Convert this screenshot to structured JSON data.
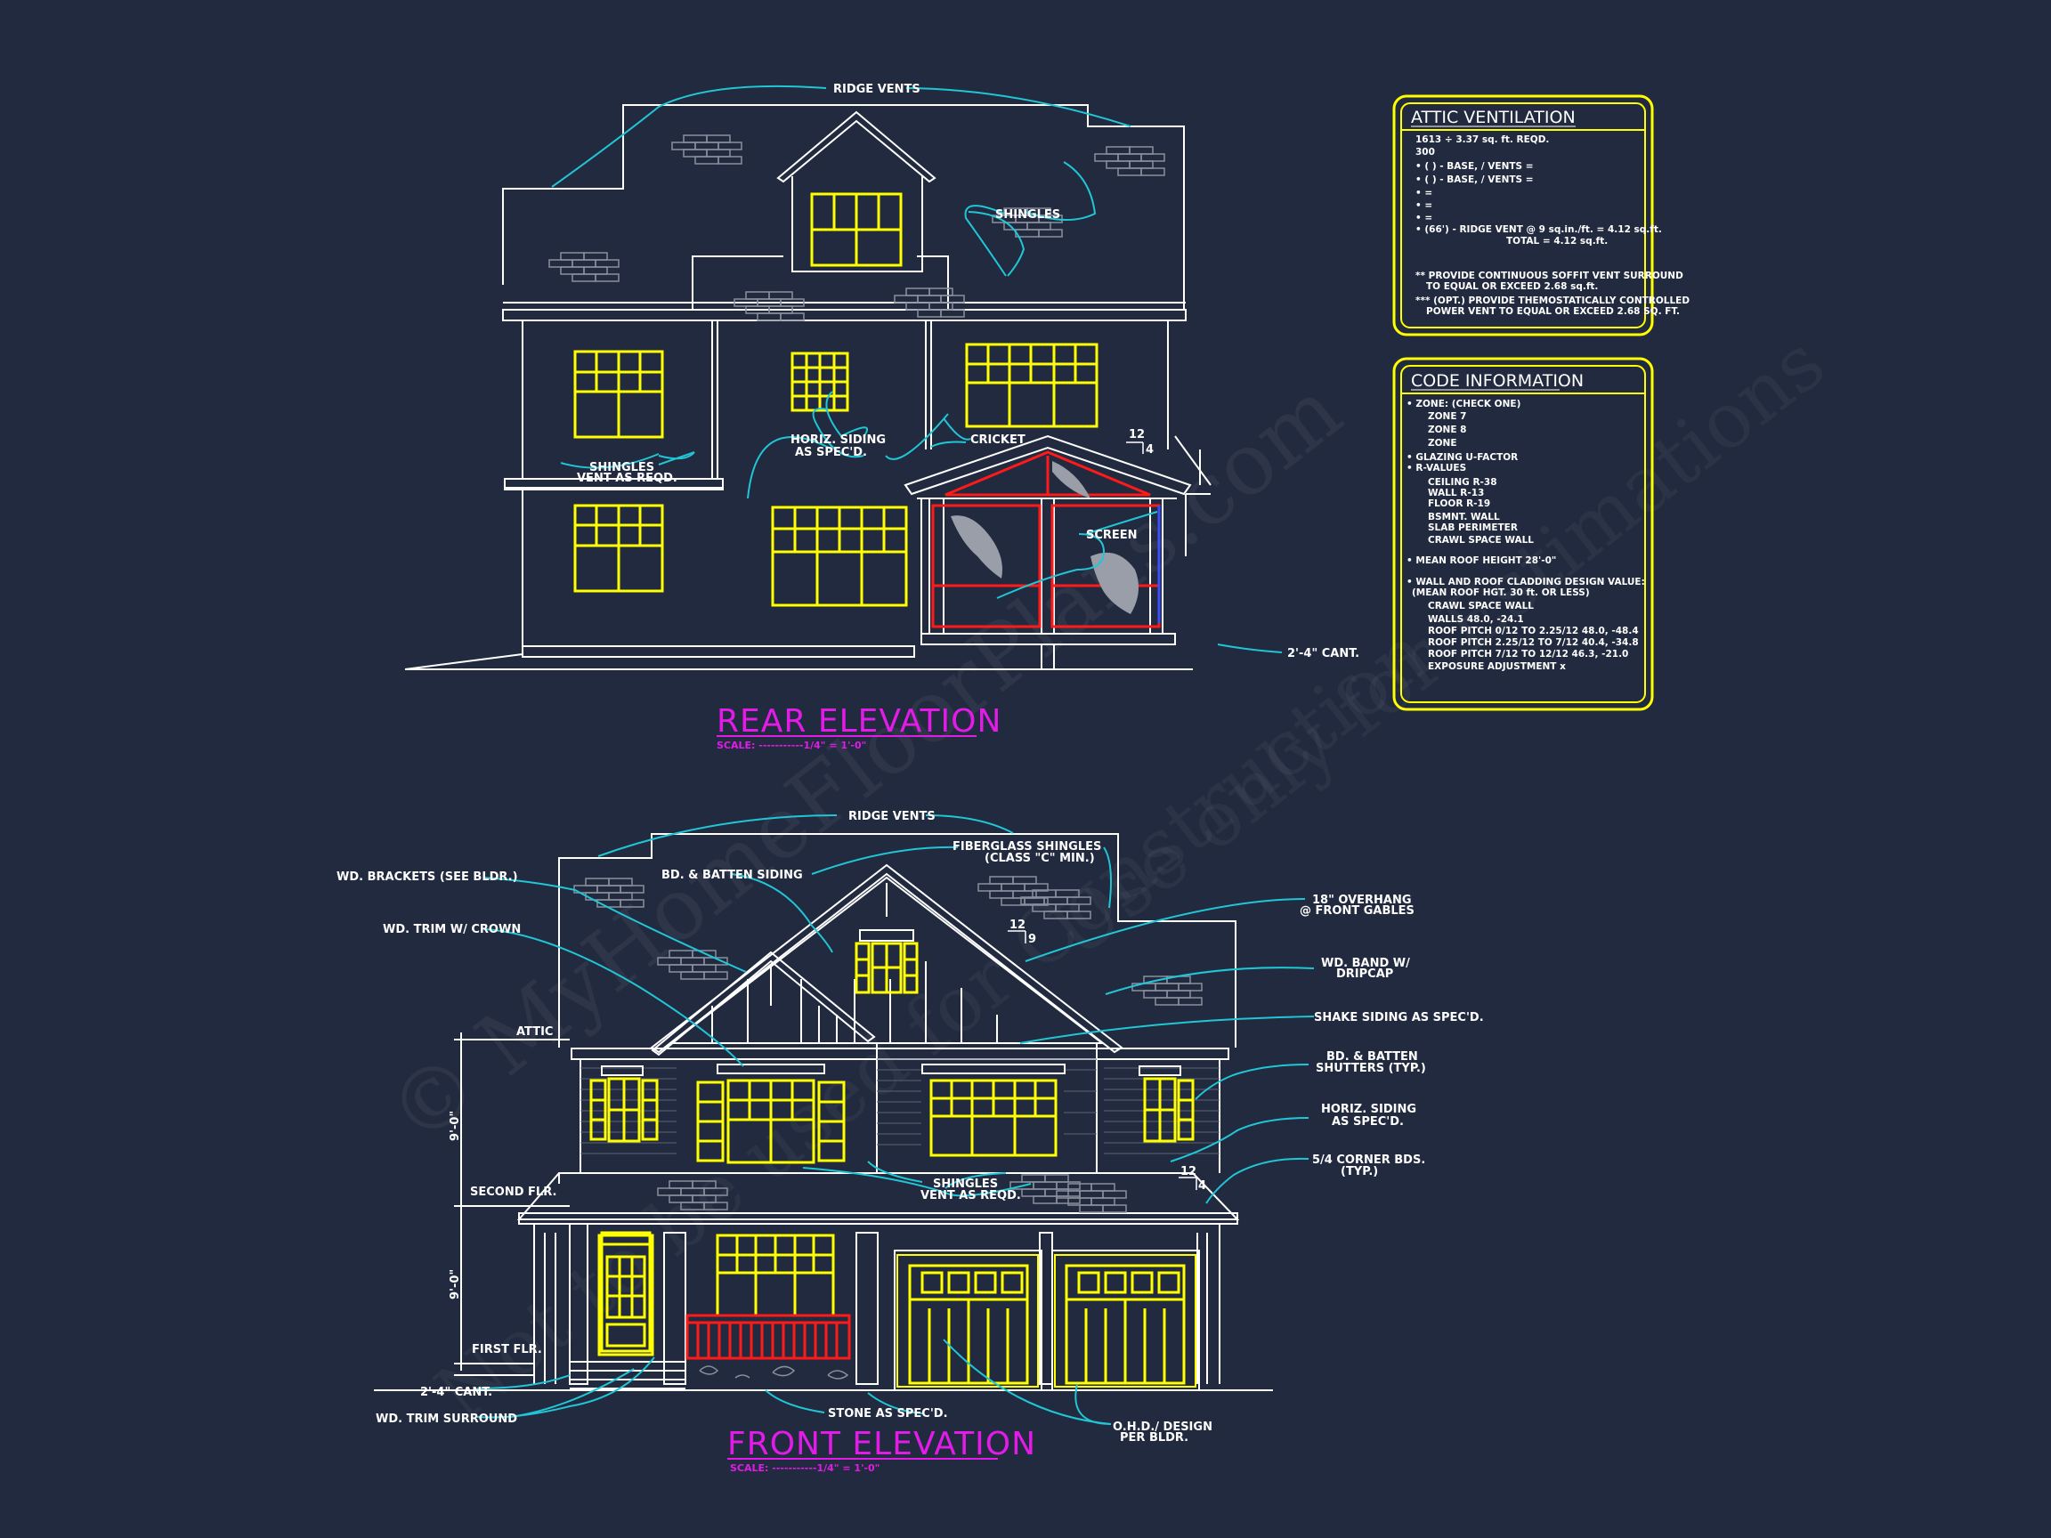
{
  "colors": {
    "background": "#222a3f",
    "linework": "#ffffff",
    "leader": "#21c6d6",
    "window": "#ffff00",
    "railing": "#ff1a1a",
    "title": "#e21be8",
    "box": "#ffff00"
  },
  "watermark": {
    "line1": "© MyHomeFloorPlans.com",
    "line2": "Not to be used for Construction",
    "line3": "Use only for Estimations"
  },
  "rear": {
    "title": "REAR ELEVATION",
    "scale": "SCALE: -----------1/4\" = 1'-0\"",
    "labels": {
      "ridge_vents": "RIDGE VENTS",
      "shingles": "SHINGLES",
      "horiz_siding_1": "HORIZ. SIDING",
      "horiz_siding_2": "AS SPEC'D.",
      "cricket": "CRICKET",
      "shingles_vent_1": "SHINGLES",
      "shingles_vent_2": "VENT AS REQD.",
      "screen": "SCREEN",
      "cant": "2'-4\" CANT.",
      "pitch_rise": "12",
      "pitch_run": "4"
    }
  },
  "front": {
    "title": "FRONT ELEVATION",
    "scale": "SCALE: -----------1/4\" = 1'-0\"",
    "labels": {
      "ridge_vents": "RIDGE VENTS",
      "fiberglass_1": "FIBERGLASS SHINGLES",
      "fiberglass_2": "(CLASS \"C\" MIN.)",
      "wd_brackets": "WD. BRACKETS (SEE BLDR.)",
      "bd_batten_siding": "BD. & BATTEN SIDING",
      "wd_trim_crown": "WD. TRIM W/ CROWN",
      "overhang_1": "18\" OVERHANG",
      "overhang_2": "@ FRONT GABLES",
      "wd_band_1": "WD. BAND W/",
      "wd_band_2": "DRIPCAP",
      "shake_siding": "SHAKE SIDING AS SPEC'D.",
      "shutters_1": "BD. & BATTEN",
      "shutters_2": "SHUTTERS (TYP.)",
      "horiz_siding_1": "HORIZ. SIDING",
      "horiz_siding_2": "AS SPEC'D.",
      "corner_1": "5/4 CORNER BDS.",
      "corner_2": "(TYP.)",
      "attic": "ATTIC",
      "second_flr": "SECOND FLR.",
      "first_flr": "FIRST FLR.",
      "cant": "2'-4\" CANT.",
      "wd_trim_surround": "WD. TRIM SURROUND",
      "shingles_vent_1": "SHINGLES",
      "shingles_vent_2": "VENT AS REQD.",
      "stone": "STONE AS SPEC'D.",
      "ohd_1": "O.H.D./ DESIGN",
      "ohd_2": "PER BLDR.",
      "dim_upper": "9'-0\"",
      "dim_lower": "9'-0\"",
      "pitch_rise": "12",
      "pitch_run_main": "9",
      "pitch_run_porch": "4",
      "pitch_rise_porch": "12"
    }
  },
  "attic_ventilation": {
    "title": "ATTIC VENTILATION",
    "lines": [
      "1613 ÷ 3.37 sq. ft.  REQD.",
      "300",
      "• (    ) -          BASE,    /    VENTS   =",
      "• (    ) -          BASE,    /    VENTS   =",
      "•                                                   =",
      "•                                                   =",
      "•                                                   =",
      "• (66') - RIDGE VENT @ 9 sq.in./ft.  =   4.12 sq.ft.",
      "TOTAL       =  4.12 sq.ft.",
      "** PROVIDE CONTINUOUS SOFFIT VENT SURROUND",
      "TO EQUAL OR EXCEED 2.68 sq.ft.",
      "*** (OPT.) PROVIDE THEMOSTATICALLY CONTROLLED",
      "POWER VENT TO EQUAL OR EXCEED 2.68 SQ. FT."
    ]
  },
  "code_information": {
    "title": "CODE INFORMATION",
    "lines": [
      "• ZONE: (CHECK ONE)",
      "ZONE 7",
      "ZONE 8",
      "ZONE",
      "• GLAZING U-FACTOR",
      "• R-VALUES",
      "CEILING            R-38",
      "WALL                R-13",
      "FLOOR              R-19",
      "BSMNT. WALL",
      "SLAB PERIMETER",
      "CRAWL SPACE WALL",
      "• MEAN ROOF HEIGHT     28'-0\"",
      "• WALL AND ROOF CLADDING DESIGN VALUE:",
      "(MEAN ROOF HGT. 30 ft. OR LESS)",
      "CRAWL SPACE WALL",
      "WALLS                                    48.0, -24.1",
      "ROOF PITCH 0/12 TO 2.25/12    48.0, -48.4",
      "ROOF PITCH 2.25/12 TO 7/12    40.4, -34.8",
      "ROOF PITCH 7/12 TO 12/12      46.3, -21.0",
      "EXPOSURE ADJUSTMENT          x"
    ]
  }
}
